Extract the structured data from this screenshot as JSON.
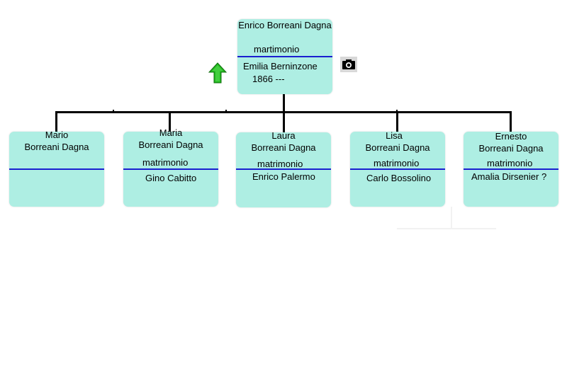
{
  "root": {
    "name": "Enrico Borreani Dagna",
    "relation": "martimonio",
    "spouse": "Emilia Berninzone",
    "date": "1866 ---"
  },
  "children": [
    {
      "first": "Mario",
      "surname": "Borreani Dagna",
      "relation": "",
      "spouse": ""
    },
    {
      "first": "Maria",
      "surname": "Borreani Dagna",
      "relation": "matrimonio",
      "spouse": "Gino Cabitto"
    },
    {
      "first": "Laura",
      "surname": "Borreani Dagna",
      "relation": "matrimonio",
      "spouse": "Enrico Palermo"
    },
    {
      "first": "Lisa",
      "surname": "Borreani Dagna",
      "relation": "matrimonio",
      "spouse": "Carlo Bossolino"
    },
    {
      "first": "Ernesto",
      "surname": "Borreani Dagna",
      "relation": "matrimonio",
      "spouse": "Amalia Dirsenier ?"
    }
  ],
  "icons": {
    "parent_nav": "up-arrow-icon",
    "photo": "camera-icon"
  },
  "colors": {
    "node_fill": "#aeeee3",
    "divider": "#1a1fd0",
    "arrow": "#22b81f"
  }
}
